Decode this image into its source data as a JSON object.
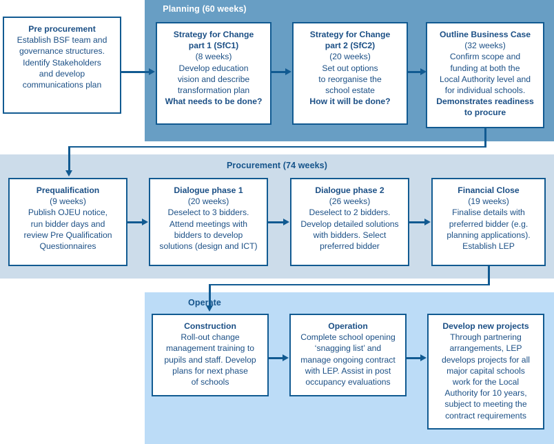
{
  "diagram": {
    "title": "BSF procurement process flowchart",
    "colors": {
      "band_planning": "#689ec4",
      "band_procurement": "#ccdcea",
      "band_operate": "#bcdcf7",
      "box_border": "#115a91",
      "text_navy": "#1b4f85",
      "label_white": "#ffffff"
    }
  },
  "bands": {
    "planning": {
      "label": "Planning (60 weeks)"
    },
    "procurement": {
      "label": "Procurement (74 weeks)"
    },
    "operate": {
      "label": "Operate"
    }
  },
  "boxes": {
    "pre_procurement": {
      "title": "Pre procurement",
      "lines": [
        "Establish BSF team and",
        "governance structures.",
        "Identify Stakeholders",
        "and develop",
        "communications plan"
      ],
      "bold_tail": ""
    },
    "sfc1": {
      "title": "Strategy for Change",
      "title2": "part 1 (SfC1)",
      "duration": "(8 weeks)",
      "lines": [
        "Develop education",
        "vision and describe",
        "transformation plan"
      ],
      "bold_tail": "What needs to be done?"
    },
    "sfc2": {
      "title": "Strategy for Change",
      "title2": "part 2 (SfC2)",
      "duration": "(20 weeks)",
      "lines": [
        "Set out options",
        "to reorganise the",
        "school estate"
      ],
      "bold_tail": "How it will be done?"
    },
    "obc": {
      "title": "Outline Business Case",
      "duration": "(32 weeks)",
      "lines": [
        "Confirm scope and",
        "funding at both the",
        "Local Authority level and",
        "for individual schools."
      ],
      "bold_tail": "Demonstrates readiness",
      "bold_tail2": "to procure"
    },
    "prequalification": {
      "title": "Prequalification",
      "duration": "(9 weeks)",
      "lines": [
        "Publish OJEU notice,",
        "run bidder days and",
        "review Pre Qualification",
        "Questionnaires"
      ]
    },
    "dialogue1": {
      "title": "Dialogue phase 1",
      "duration": "(20 weeks)",
      "lines": [
        "Deselect to 3 bidders.",
        "Attend meetings with",
        "bidders to develop",
        "solutions (design and ICT)"
      ]
    },
    "dialogue2": {
      "title": "Dialogue phase 2",
      "duration": "(26 weeks)",
      "lines": [
        "Deselect to 2 bidders.",
        "Develop detailed solutions",
        "with bidders. Select",
        "preferred bidder"
      ]
    },
    "financial_close": {
      "title": "Financial Close",
      "duration": "(19 weeks)",
      "lines": [
        "Finalise details with",
        "preferred bidder (e.g.",
        "planning applications).",
        "Establish LEP"
      ]
    },
    "construction": {
      "title": "Construction",
      "lines": [
        "Roll-out change",
        "management training to",
        "pupils and staff. Develop",
        "plans for next phase",
        "of schools"
      ]
    },
    "operation": {
      "title": "Operation",
      "lines": [
        "Complete school opening",
        "‘snagging list’ and",
        "manage ongoing contract",
        "with LEP. Assist in post",
        "occupancy evaluations"
      ]
    },
    "develop_new_projects": {
      "title": "Develop new projects",
      "lines": [
        "Through partnering",
        "arrangements, LEP",
        "develops projects for all",
        "major capital schools",
        "work for the Local",
        "Authority for 10 years,",
        "subject to meeting the",
        "contract requirements"
      ]
    }
  }
}
